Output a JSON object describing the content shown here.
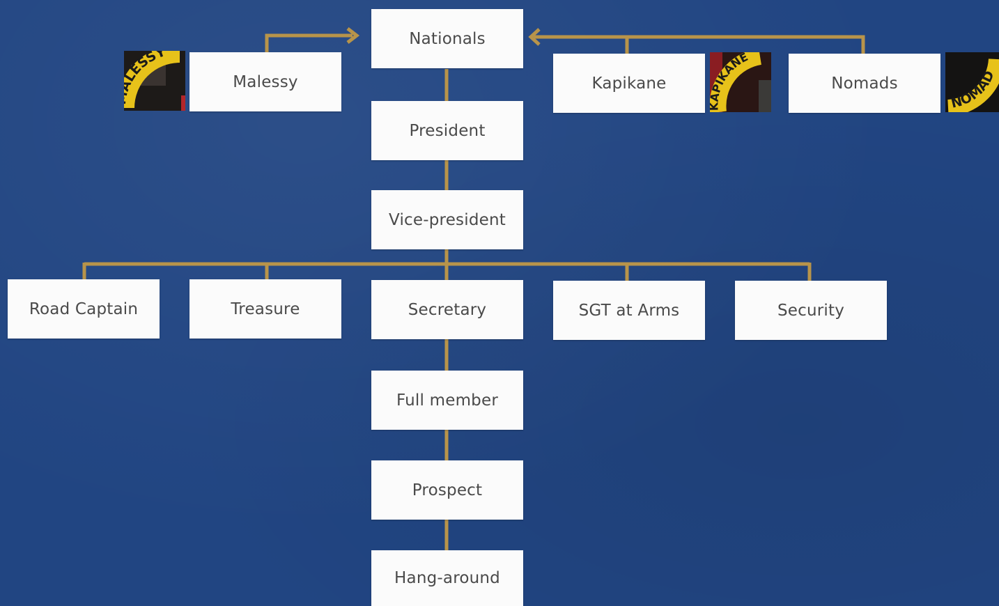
{
  "diagram": {
    "top": {
      "nationals": "Nationals"
    },
    "chapters": [
      {
        "id": "malessy",
        "label": "Malessy",
        "patch_text": "MALESSY"
      },
      {
        "id": "kapikane",
        "label": "Kapikane",
        "patch_text": "KAPIKANE"
      },
      {
        "id": "nomads",
        "label": "Nomads",
        "patch_text": "NOMAD"
      }
    ],
    "chain": {
      "president": "President",
      "vice_president": "Vice-president",
      "secretary": "Secretary",
      "full_member": "Full member",
      "prospect": "Prospect",
      "hang_around": "Hang-around"
    },
    "officers": {
      "road_captain": "Road Captain",
      "treasure": "Treasure",
      "sgt_at_arms": "SGT at Arms",
      "security": "Security"
    }
  },
  "colors": {
    "background": "#214582",
    "box": "#fbfbfb",
    "text": "#4a4a4a",
    "connector": "#b8944a",
    "patch_gold": "#e7c21a",
    "patch_dark": "#1d1a18"
  }
}
